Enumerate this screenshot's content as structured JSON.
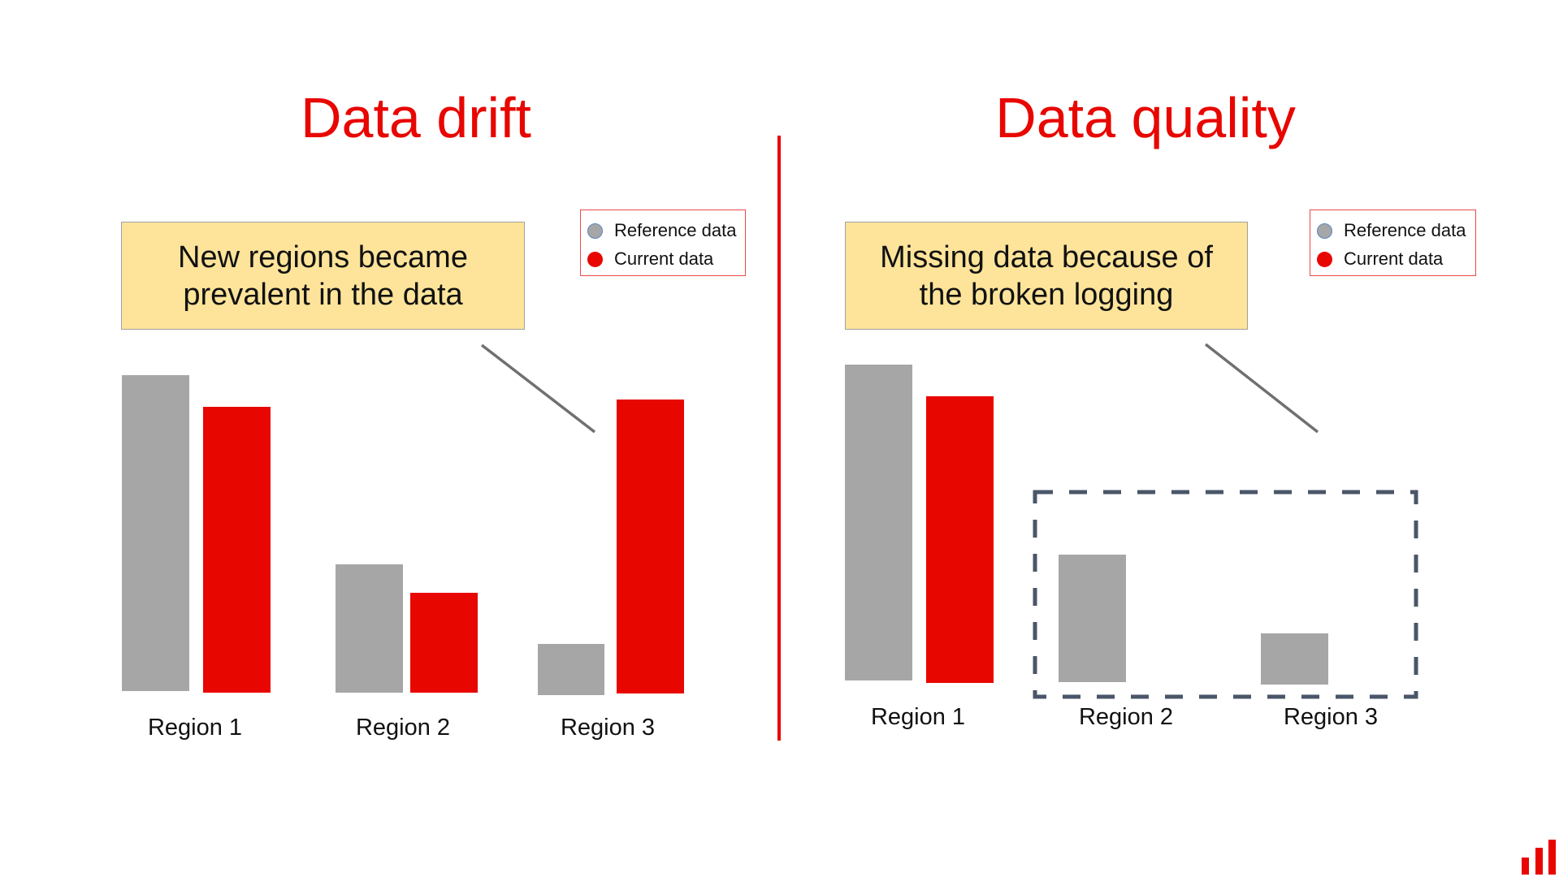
{
  "left_panel": {
    "title": "Data drift",
    "callout": {
      "line1": "New regions became",
      "line2": "prevalent in the data"
    },
    "legend": {
      "reference": "Reference data",
      "current": "Current data"
    },
    "labels": [
      "Region 1",
      "Region 2",
      "Region 3"
    ]
  },
  "right_panel": {
    "title": "Data quality",
    "callout": {
      "line1": "Missing data because of",
      "line2": "the broken logging"
    },
    "legend": {
      "reference": "Reference data",
      "current": "Current data"
    },
    "labels": [
      "Region 1",
      "Region 2",
      "Region 3"
    ]
  },
  "colors": {
    "accent": "#e80600",
    "reference_bar": "#a6a6a6",
    "callout_fill": "#fde49a",
    "dashed_highlight": "#4a5668",
    "pointer_line": "#707070"
  },
  "chart_data": [
    {
      "type": "bar",
      "title": "Data drift",
      "annotation": "New regions became prevalent in the data",
      "categories": [
        "Region 1",
        "Region 2",
        "Region 3"
      ],
      "series": [
        {
          "name": "Reference data",
          "values": [
            100,
            41,
            16
          ]
        },
        {
          "name": "Current data",
          "values": [
            90,
            32,
            93
          ]
        }
      ],
      "xlabel": "",
      "ylabel": "",
      "ylim": [
        0,
        100
      ],
      "grid": false,
      "legend_position": "top-right",
      "note": "relative units estimated from bar heights; no axis shown"
    },
    {
      "type": "bar",
      "title": "Data quality",
      "annotation": "Missing data because of the broken logging",
      "categories": [
        "Region 1",
        "Region 2",
        "Region 3"
      ],
      "series": [
        {
          "name": "Reference data",
          "values": [
            100,
            40,
            16
          ]
        },
        {
          "name": "Current data",
          "values": [
            91,
            null,
            null
          ]
        }
      ],
      "xlabel": "",
      "ylabel": "",
      "ylim": [
        0,
        100
      ],
      "grid": false,
      "legend_position": "top-right",
      "highlight": "dashed box around Region 2 and Region 3 (missing current data)",
      "note": "relative units estimated from bar heights; no axis shown"
    }
  ]
}
